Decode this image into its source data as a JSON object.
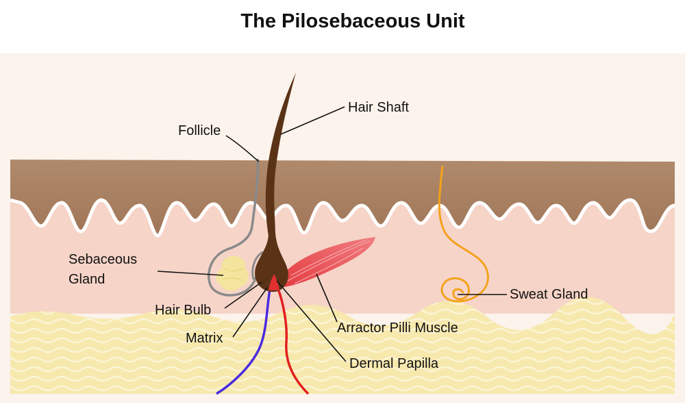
{
  "title": "The Pilosebaceous Unit",
  "labels": {
    "hair_shaft": "Hair Shaft",
    "follicle": "Follicle",
    "sebaceous_gland_line1": "Sebaceous",
    "sebaceous_gland_line2": "Gland",
    "hair_bulb": "Hair Bulb",
    "matrix": "Matrix",
    "sweat_gland": "Sweat Gland",
    "arractor_pilli_muscle": "Arractor Pilli Muscle",
    "dermal_papilla": "Dermal Papilla"
  },
  "colors": {
    "epidermis": "#a57c5e",
    "dermis": "#f6d3c7",
    "subcutis": "#f6e7a8",
    "background_band": "#fbf2ea",
    "hair": "#5a3317",
    "follicle_outline": "#808080",
    "sebaceous_gland": "#f3e59d",
    "muscle": "#e5484d",
    "artery": "#e21f1f",
    "vein": "#4b2ce0",
    "sweat_gland": "#f3a21d"
  }
}
